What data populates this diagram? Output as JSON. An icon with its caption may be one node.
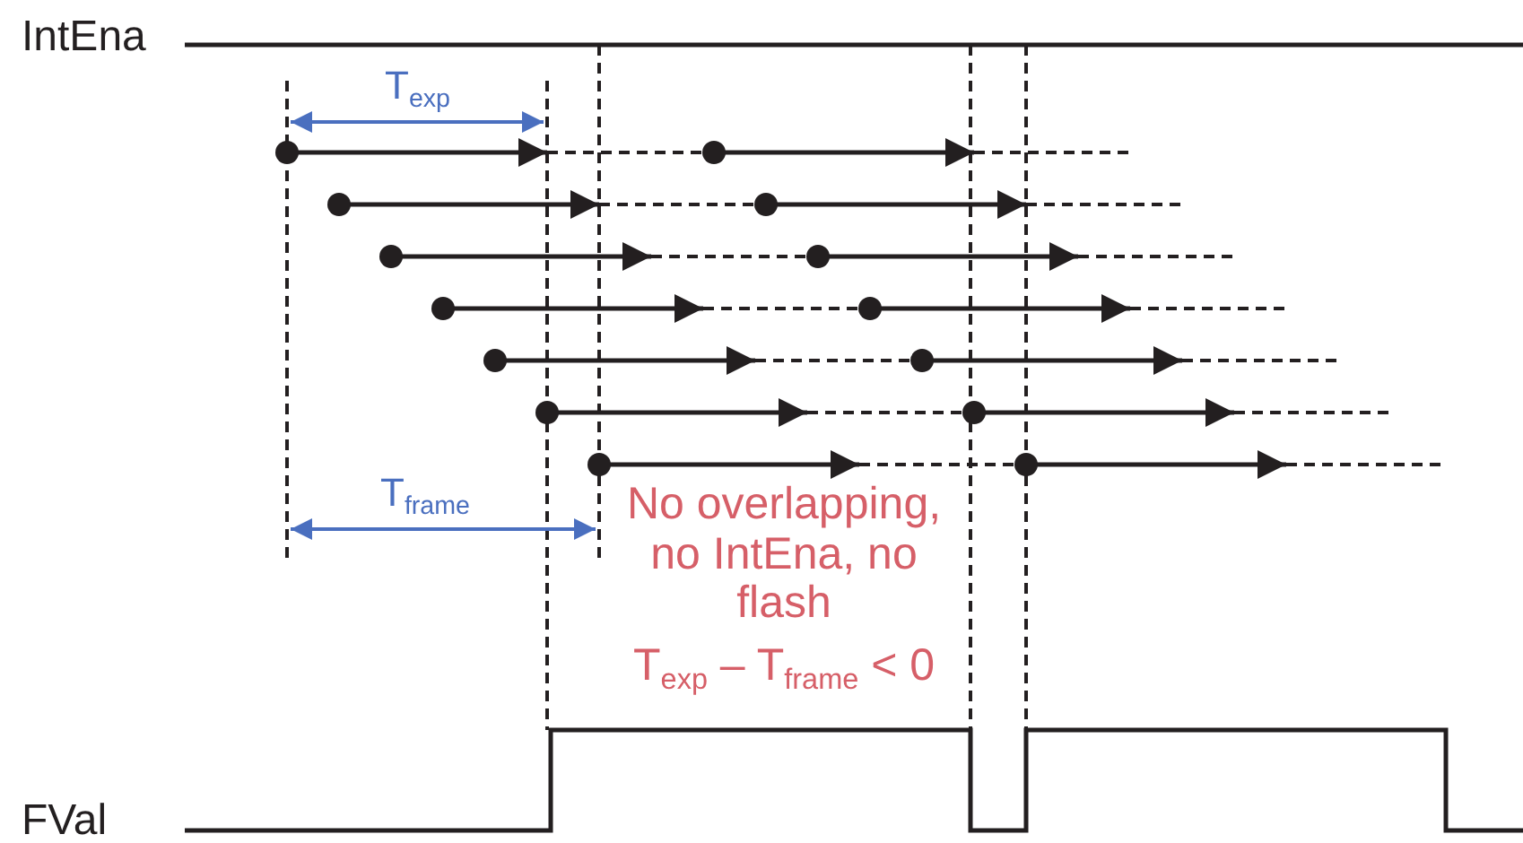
{
  "diagram": {
    "labels": [
      "IntEna",
      "FVal",
      "T$_{exp}$",
      "T$_{frame}$",
      "No overlapping, no IntEna, no flash",
      "T$_{exp}$ – T$_{frame}$ < 0"
    ]
  }
}
